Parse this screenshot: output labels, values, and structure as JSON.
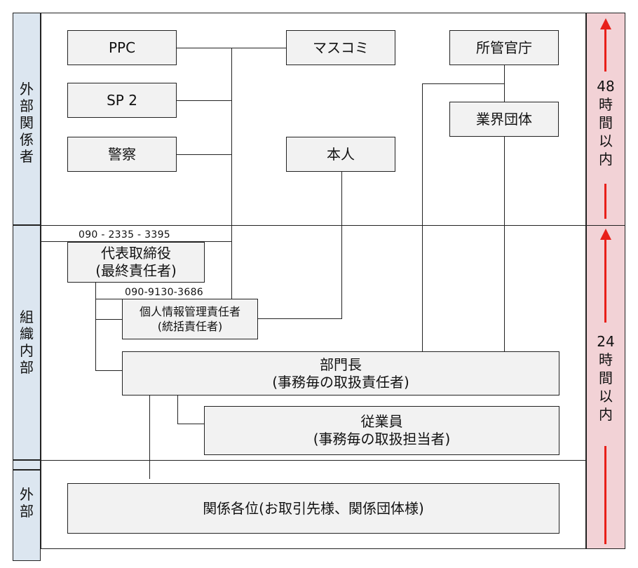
{
  "sections": {
    "external_parties": [
      "外",
      "部",
      "関",
      "係",
      "者"
    ],
    "internal": [
      "組",
      "織",
      "内",
      "部"
    ],
    "external": [
      "外",
      "部"
    ]
  },
  "boxes": {
    "ppc": "PPC",
    "sp2": "SP 2",
    "police": "警察",
    "media": "マスコミ",
    "person": "本人",
    "ministry": "所管官庁",
    "industry": "業界団体",
    "ceo_line1": "代表取締役",
    "ceo_line2": "(最終責任者)",
    "privacy_line1": "個人情報管理責任者",
    "privacy_line2": "(統括責任者)",
    "manager_line1": "部門長",
    "manager_line2": "(事務毎の取扱責任者)",
    "staff_line1": "従業員",
    "staff_line2": "(事務毎の取扱担当者)",
    "partners": "関係各位(お取引先様、関係団体様)"
  },
  "phones": {
    "ceo": "090 - 2335 - 3395",
    "privacy": "090-9130-3686"
  },
  "deadlines": {
    "top": [
      "48",
      "時",
      "間",
      "以",
      "内"
    ],
    "bottom": [
      "24",
      "時",
      "間",
      "以",
      "内"
    ]
  },
  "colors": {
    "sidebar": "#dce6f0",
    "box": "#f2f2f2",
    "deadline_column": "#f2d2d6",
    "arrow": "#e8201a"
  }
}
